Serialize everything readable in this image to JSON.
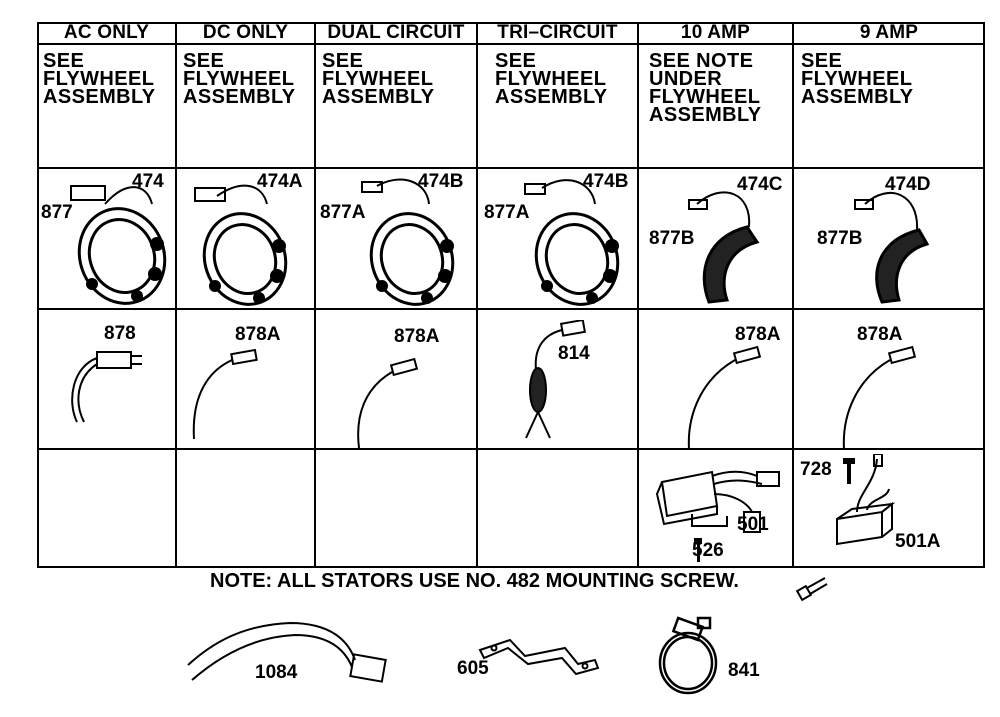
{
  "columns": [
    {
      "header": "AC ONLY",
      "note": "SEE\nFLYWHEEL\nASSEMBLY",
      "stator": "474",
      "stator_callout": "877",
      "lead": "878"
    },
    {
      "header": "DC ONLY",
      "note": "SEE\nFLYWHEEL\nASSEMBLY",
      "stator": "474A",
      "stator_callout": "",
      "lead": "878A"
    },
    {
      "header": "DUAL CIRCUIT",
      "note": "SEE\nFLYWHEEL\nASSEMBLY",
      "stator": "474B",
      "stator_callout": "877A",
      "lead": "878A"
    },
    {
      "header": "TRI–CIRCUIT",
      "note": "SEE\nFLYWHEEL\nASSEMBLY",
      "stator": "474B",
      "stator_callout": "877A",
      "lead": "814"
    },
    {
      "header": "10 AMP",
      "note": "SEE NOTE\nUNDER\nFLYWHEEL\nASSEMBLY",
      "stator": "474C",
      "stator_callout": "877B",
      "lead": "878A"
    },
    {
      "header": "9 AMP",
      "note": "SEE\nFLYWHEEL\nASSEMBLY",
      "stator": "474D",
      "stator_callout": "877B",
      "lead": "878A"
    }
  ],
  "regulators": {
    "ten_amp": {
      "regulator": "501",
      "screw": "526"
    },
    "nine_amp": {
      "regulator": "501A",
      "screw": "728"
    }
  },
  "note": "NOTE: ALL STATORS USE NO. 482 MOUNTING SCREW.",
  "extra_parts": [
    {
      "label": "1084",
      "icon": "wire-harness-icon"
    },
    {
      "label": "605",
      "icon": "bracket-icon"
    },
    {
      "label": "841",
      "icon": "hose-clamp-icon"
    }
  ]
}
